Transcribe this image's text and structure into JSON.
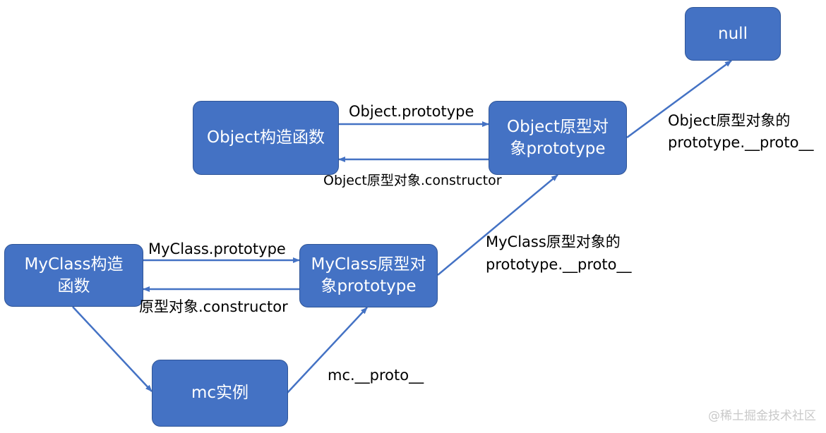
{
  "nodes": {
    "object_ctor": "Object构造函数",
    "object_proto": "Object原型对象prototype",
    "null_node": "null",
    "myclass_ctor": "MyClass构造函数",
    "myclass_proto": "MyClass原型对象prototype",
    "mc_instance": "mc实例"
  },
  "edges": {
    "object_prototype": "Object.prototype",
    "object_constructor": "Object原型对象.constructor",
    "object_proto_chain_1": "Object原型对象的",
    "object_proto_chain_2": "prototype.__proto__",
    "myclass_prototype": "MyClass.prototype",
    "myclass_constructor": "原型对象.constructor",
    "myclass_proto_chain_1": "MyClass原型对象的",
    "myclass_proto_chain_2": "prototype.__proto__",
    "mc_proto": "mc.__proto__"
  },
  "watermark": "@稀土掘金技术社区",
  "colors": {
    "node_fill": "#4472c4",
    "arrow": "#4472c4",
    "text": "#000000"
  }
}
